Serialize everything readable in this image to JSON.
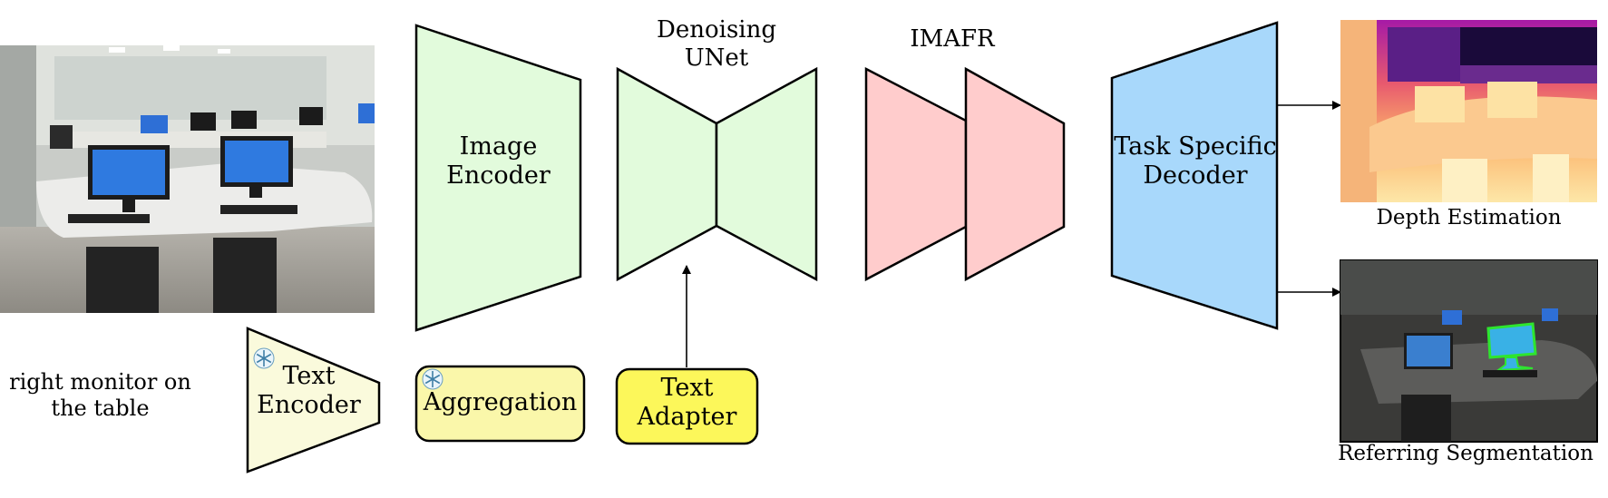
{
  "input_text": {
    "line1": "right monitor on",
    "line2": "the table"
  },
  "text_encoder": {
    "line1": "Text",
    "line2": "Encoder"
  },
  "image_encoder": {
    "line1": "Image",
    "line2": "Encoder"
  },
  "aggregation": {
    "label": "Aggregation"
  },
  "denoising_unet": {
    "line1": "Denoising",
    "line2": "UNet"
  },
  "text_adapter": {
    "line1": "Text",
    "line2": "Adapter"
  },
  "imafr": {
    "label": "IMAFR"
  },
  "task_decoder": {
    "line1": "Task Specific",
    "line2": "Decoder"
  },
  "outputs": {
    "depth": "Depth Estimation",
    "segmentation": "Referring Segmentation"
  },
  "colors": {
    "encoder_fill": "#e2fbdc",
    "unet_fill": "#e2fbdc",
    "imafr_fill": "#ffcccc",
    "decoder_fill": "#a8d8fb",
    "text_encoder_fill": "#fafadc",
    "aggregation_fill": "#faf7aa",
    "adapter_fill": "#fcf75a"
  },
  "icons": {
    "frozen": "snowflake-icon"
  }
}
